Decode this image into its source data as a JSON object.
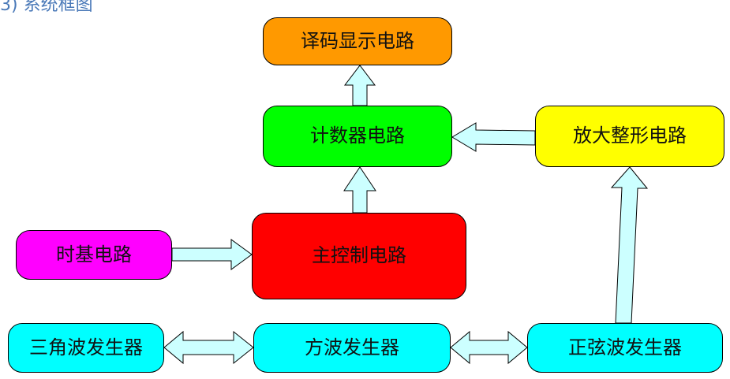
{
  "header": {
    "text": "3) 系统框图"
  },
  "colors": {
    "decode": "#ff9900",
    "counter": "#00ff00",
    "amplifier": "#ffff00",
    "main_control": "#ff0000",
    "timebase": "#ff00ff",
    "generators": "#00ffff",
    "arrow": "#ccffff"
  },
  "blocks": {
    "decode": "译码显示电路",
    "counter": "计数器电路",
    "amplifier": "放大整形电路",
    "main_control": "主控制电路",
    "timebase": "时基电路",
    "triangle": "三角波发生器",
    "square": "方波发生器",
    "sine": "正弦波发生器"
  }
}
